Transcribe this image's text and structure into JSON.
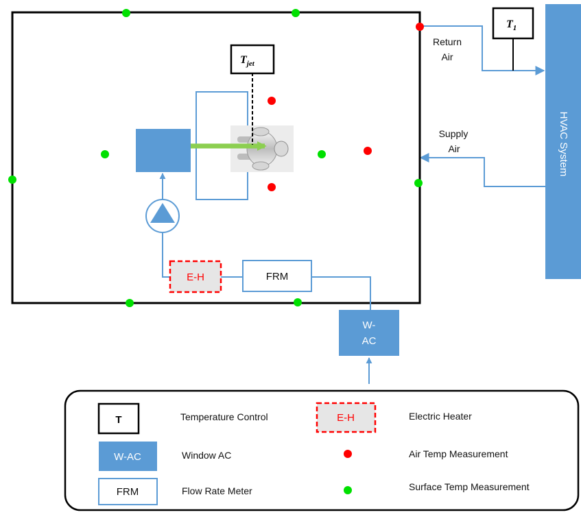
{
  "colors": {
    "blue": "#5b9bd5",
    "blue_line": "#5b9bd5",
    "red": "#ff0000",
    "green": "#00e000",
    "room_border": "#000000",
    "heater_fill": "#e6e6e6",
    "jet": "#8ccf50"
  },
  "diagram": {
    "t_jet": {
      "base": "T",
      "sub": "jet"
    },
    "t1": {
      "base": "T",
      "sub": "1"
    },
    "return_air": [
      "Return",
      "Air"
    ],
    "supply_air": [
      "Supply",
      "Air"
    ],
    "hvac": "HVAC System",
    "heater": "E-H",
    "frm": "FRM",
    "wac": [
      "W-",
      "AC"
    ],
    "icons": [
      "pump-icon",
      "manikin-icon"
    ]
  },
  "legend": {
    "temp_control_symbol": "T",
    "temp_control": "Temperature Control",
    "heater_symbol": "E-H",
    "heater": "Electric Heater",
    "wac_symbol": "W-AC",
    "wac": "Window AC",
    "air_temp": "Air Temp Measurement",
    "frm_symbol": "FRM",
    "frm": "Flow Rate Meter",
    "surface_temp": "Surface Temp Measurement"
  }
}
